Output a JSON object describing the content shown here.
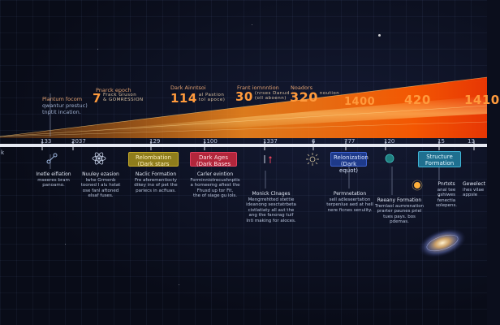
{
  "top_labels": [
    {
      "id": "planck",
      "title": "Plantum focom",
      "lines": [
        "qwantur prestuc)",
        "tnptit incation."
      ]
    },
    {
      "id": "quark",
      "title": "Pnarck epoch",
      "lines": []
    },
    {
      "id": "reion",
      "title": "Dark Ainntsoi",
      "lines": []
    },
    {
      "id": "struct",
      "title": "Frant iornnntion",
      "lines": []
    },
    {
      "id": "neut",
      "title": "Noadors",
      "lines": []
    }
  ],
  "top_numbers": [
    {
      "id": "n7",
      "value": "7",
      "sub": [
        "Frack Gluson",
        "& GOMRESSION"
      ]
    },
    {
      "id": "n114",
      "value": "114",
      "sub": [
        "al Pastion",
        "tol apoce)"
      ]
    },
    {
      "id": "n30",
      "value": "30",
      "sub": [
        "(nrses Danud",
        "(oll aboenn)"
      ]
    },
    {
      "id": "n320",
      "value": "320",
      "sub": [
        "noution"
      ]
    },
    {
      "id": "n1400",
      "value": "1400",
      "sub": []
    },
    {
      "id": "n420",
      "value": "420",
      "sub": []
    },
    {
      "id": "n1410",
      "value": "1410",
      "sub": []
    }
  ],
  "axis": {
    "left_label": "k",
    "ticks": [
      "133",
      "2037",
      "129",
      "1100",
      "1337",
      "6",
      "777",
      "120",
      "15",
      "13"
    ]
  },
  "boxes": [
    {
      "id": "recombination",
      "text": [
        "Relombation",
        "(Dark stars"
      ],
      "bg": "#8f7d1c",
      "border": "#c9ac2a",
      "color": "#fff2c0"
    },
    {
      "id": "dark-ages",
      "text": [
        "Dark Ages",
        "(Dark Bases"
      ],
      "bg": "#b2263b",
      "border": "#e04060",
      "color": "#ffe0e6"
    },
    {
      "id": "reionization",
      "text": [
        "Relonization",
        "(Dark equot)"
      ],
      "bg": "#1e3a8a",
      "border": "#3f63d0",
      "color": "#dbe6ff"
    },
    {
      "id": "structure-formation",
      "text": [
        "Structure",
        "Formation"
      ],
      "bg": "#1f6f8f",
      "border": "#3fb3d6",
      "color": "#e0f7ff"
    }
  ],
  "descriptions": [
    {
      "id": "d1",
      "title": "Inetle eifiation",
      "lines": [
        "mseeres bram",
        "panoamo."
      ]
    },
    {
      "id": "d2",
      "title": "Nuuley ezasion",
      "lines": [
        "Iwhe Grmenb",
        "tooned I alu hstat",
        "ose fanl aftoned",
        "elsaf fuses."
      ]
    },
    {
      "id": "d3",
      "title": "Naclic Formation",
      "lines": [
        "Fre aferementiocty",
        "dikey ino of pet the",
        "pariecs in acfiuas."
      ]
    },
    {
      "id": "d4",
      "title": "Carler evintion",
      "lines": [
        "Forminniotrecushnptis",
        "a homeerng afiest the",
        "Fhusd up tor Fit,",
        "the of siage gu iols."
      ]
    },
    {
      "id": "d5",
      "title": "Monick Clnages",
      "lines": [
        "Mengrrehtted stettie",
        "ideanong sesctatrbeta",
        "cistlatiaty all aut the",
        "ang the fanorag tuif",
        "Inti making for aloces."
      ]
    },
    {
      "id": "d6",
      "title": "Permnetation",
      "lines": [
        "sell adleseertation",
        "terpenlue aed at hell",
        "nere ficnes senulity."
      ]
    },
    {
      "id": "d7",
      "title": "Reeany Formation",
      "lines": [
        "Tremlaol aumrenation",
        "prarter paunes priel",
        "tues pays. bos",
        "pdemas."
      ]
    },
    {
      "id": "d8",
      "title": "Pnrtots",
      "lines": [
        "anal tee",
        "oshiwes",
        "fenectia",
        "solepens."
      ]
    },
    {
      "id": "d9",
      "title": "Gewelect",
      "lines": [
        "ihes vilae",
        "appsle"
      ]
    }
  ]
}
